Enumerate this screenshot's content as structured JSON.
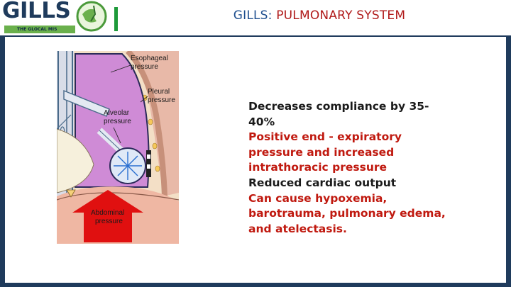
{
  "header": {
    "logo_text": "GILLS",
    "logo_tagline": "THE GLOCAL MIS",
    "title_brand": "GILLS:",
    "title_topic": "PULMONARY SYSTEM"
  },
  "figure": {
    "labels": {
      "esophageal": [
        "Esophageal",
        "pressure"
      ],
      "pleural": [
        "Pleural",
        "pressure"
      ],
      "alveolar": [
        "Alveolar",
        "pressure"
      ],
      "abdominal": [
        "Abdominal",
        "pressure"
      ]
    }
  },
  "points": [
    {
      "text": "Decreases compliance by 35-40%",
      "color": "black"
    },
    {
      "text": "Positive end - expiratory pressure and increased intrathoracic pressure",
      "color": "red"
    },
    {
      "text": "Reduced cardiac output",
      "color": "black"
    },
    {
      "text": "Can cause hypoxemia, barotrauma, pulmonary edema, and atelectasis.",
      "color": "red"
    }
  ],
  "colors": {
    "frame": "#1f3b5c",
    "brand": "#1f4f8f",
    "topic": "#b01a1a",
    "accent_green": "#1e9a3a",
    "red_text": "#c0190f"
  }
}
